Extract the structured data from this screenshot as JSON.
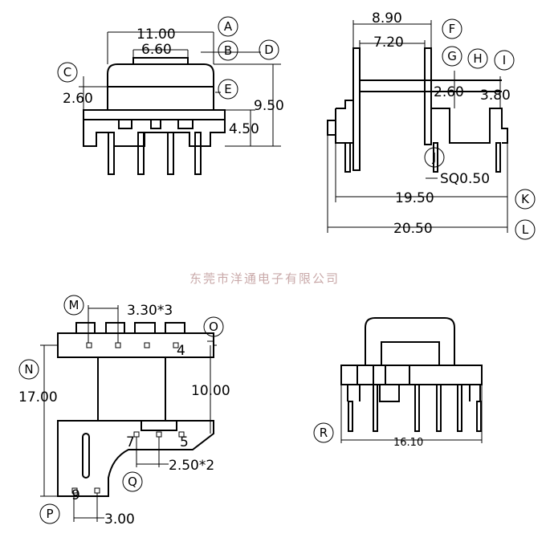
{
  "watermark": "东莞市洋通电子有限公司",
  "view_top_left": {
    "dims": {
      "d1100": "11.00",
      "d660": "6.60",
      "d260": "2.60",
      "d950": "9.50",
      "d450": "4.50"
    },
    "labels": {
      "A": "A",
      "B": "B",
      "C": "C",
      "D": "D",
      "E": "E"
    }
  },
  "view_top_right": {
    "dims": {
      "d890": "8.90",
      "d720": "7.20",
      "d260": "2.60",
      "d380": "3.80",
      "sq": "SQ0.50",
      "d1950": "19.50",
      "d2050": "20.50"
    },
    "labels": {
      "F": "F",
      "G": "G",
      "H": "H",
      "I": "I",
      "J": "J",
      "K": "K",
      "L": "L"
    }
  },
  "view_bottom_left": {
    "dims": {
      "d330": "3.30*3",
      "d1700": "17.00",
      "d1000": "10.00",
      "d250": "2.50*2",
      "d300": "3.00"
    },
    "pins": {
      "p4": "4",
      "p7": "7",
      "p5": "5",
      "p9": "9"
    },
    "labels": {
      "M": "M",
      "N": "N",
      "O": "O",
      "P": "P",
      "Q": "Q"
    }
  },
  "view_bottom_right": {
    "dims": {
      "d1610": "16.10"
    },
    "labels": {
      "R": "R"
    }
  }
}
